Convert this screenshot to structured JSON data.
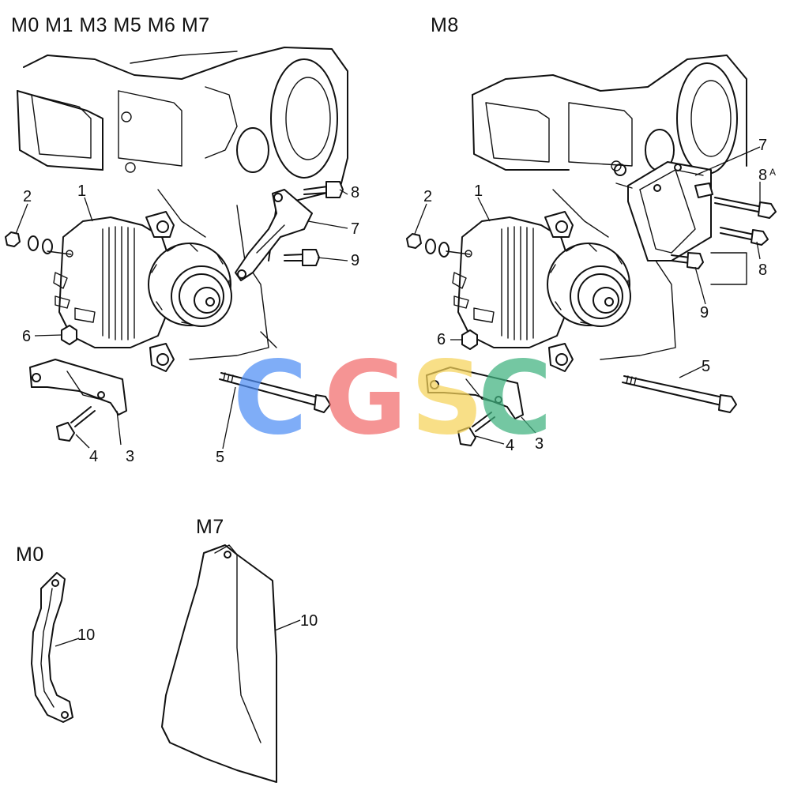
{
  "variants": {
    "top_left": "M0 M1 M3 M5 M6 M7",
    "top_right": "M8",
    "bottom_left": "M0",
    "bottom_middle": "M7"
  },
  "callouts_left": {
    "c1": "1",
    "c2": "2",
    "c3": "3",
    "c4": "4",
    "c5": "5",
    "c6": "6",
    "c7": "7",
    "c8": "8",
    "c9": "9"
  },
  "callouts_right": {
    "c1": "1",
    "c2": "2",
    "c3": "3",
    "c4": "4",
    "c5": "5",
    "c6": "6",
    "c7": "7",
    "c8a": "8",
    "c8a_suffix": "A",
    "c8": "8",
    "c9": "9"
  },
  "callouts_bottom": {
    "c10_m0": "10",
    "c10_m7": "10"
  },
  "watermark": {
    "letters": [
      "C",
      "G",
      "S",
      "C"
    ],
    "colors": [
      "#4f8ef5",
      "#f26b6b",
      "#f6d35a",
      "#3fb27f"
    ]
  }
}
